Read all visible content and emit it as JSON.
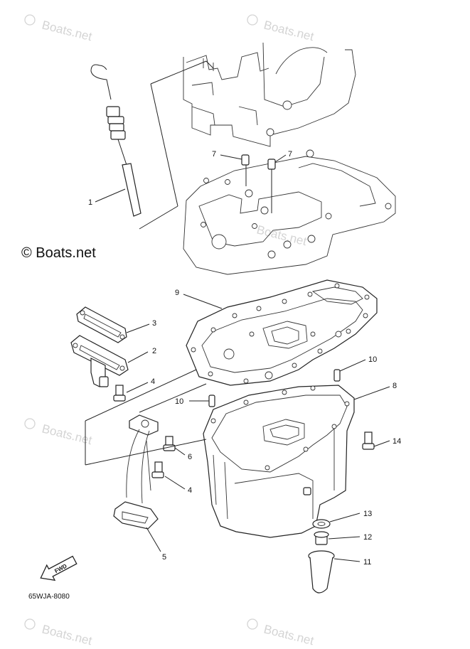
{
  "watermarks": {
    "brand": "Boats.net",
    "copyright_mark": "©",
    "main": "© Boats.net"
  },
  "drawing_code": "65WJA-8080",
  "fwd_label": "FWD",
  "callouts": [
    "1",
    "2",
    "3",
    "4",
    "4",
    "5",
    "6",
    "7",
    "7",
    "8",
    "9",
    "10",
    "10",
    "11",
    "12",
    "13",
    "14"
  ],
  "colors": {
    "line": "#222222",
    "watermark": "#d4d4d4",
    "background": "#ffffff"
  }
}
